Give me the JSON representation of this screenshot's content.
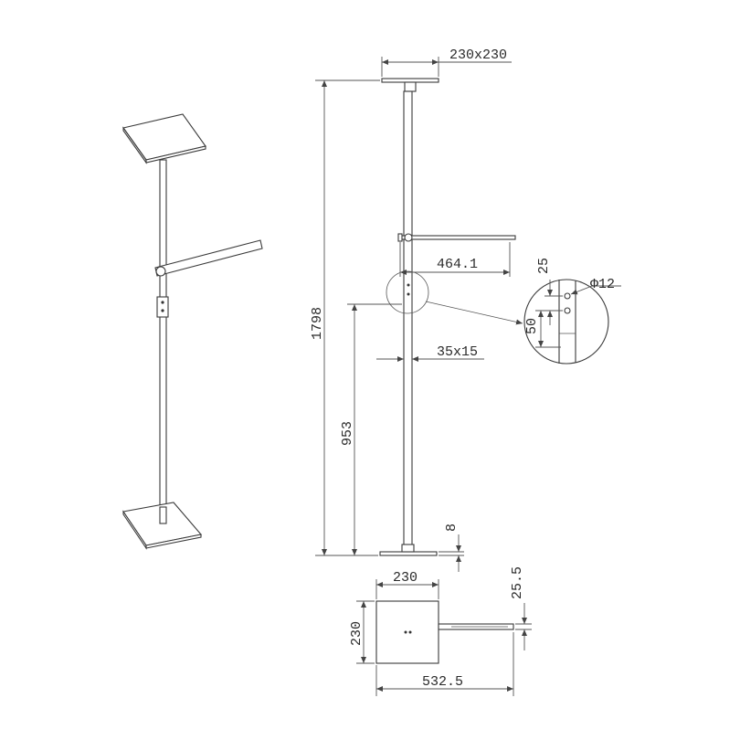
{
  "dimensions": {
    "top_plate": "230x230",
    "total_height": "1798",
    "arm_length": "464.1",
    "hole_spacing": "25",
    "hole_diameter": "Φ12",
    "hole_offset": "50",
    "pole_section": "35x15",
    "pivot_height": "953",
    "base_thickness": "8",
    "base_width": "230",
    "arm_offset": "25.5",
    "base_depth": "230",
    "overall_width": "532.5"
  },
  "colors": {
    "line": "#3a3a3a",
    "dimension": "#555555",
    "background": "#ffffff"
  }
}
